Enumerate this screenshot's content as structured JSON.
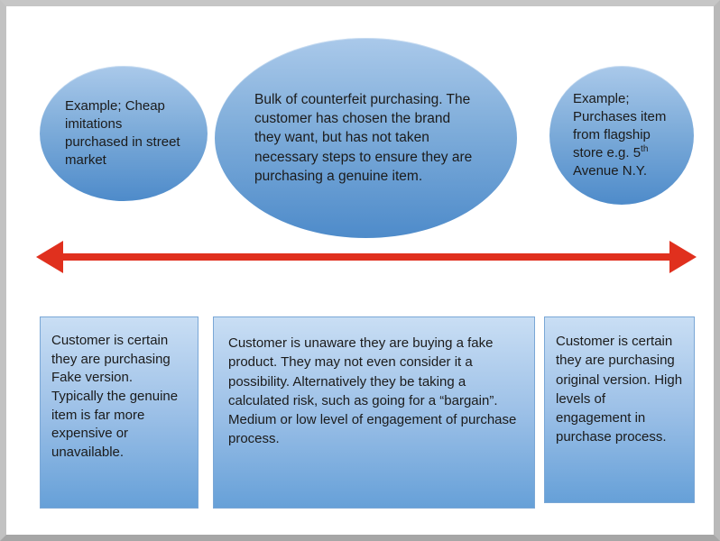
{
  "slide": {
    "colors": {
      "shape_top": "#aac9ea",
      "shape_bottom": "#4e8bca",
      "box_top": "#c9def4",
      "box_bottom": "#66a0d8",
      "arrow": "#e0301e",
      "text": "#1b1b1b",
      "frame": "#b9b9b9"
    },
    "ellipses": {
      "left": {
        "text": "Example; Cheap imitations purchased in street market"
      },
      "center": {
        "text": "Bulk of counterfeit purchasing. The customer has  chosen the brand they want, but has not taken necessary steps to ensure they are purchasing a genuine item."
      },
      "right": {
        "text_pre": "Example; Purchases item from flagship store e.g. 5",
        "text_sup": "th",
        "text_post": " Avenue N.Y."
      }
    },
    "boxes": {
      "left": {
        "text": "Customer is certain they are purchasing Fake version. Typically the genuine item is far more expensive or unavailable."
      },
      "center": {
        "text": "Customer is unaware they are buying a fake product. They may not even consider it a possibility. Alternatively they  be taking a calculated risk, such as going for a “bargain”. Medium or low level of engagement of purchase process."
      },
      "right": {
        "text": "Customer is certain they are purchasing original version. High levels of engagement in purchase process."
      }
    }
  }
}
